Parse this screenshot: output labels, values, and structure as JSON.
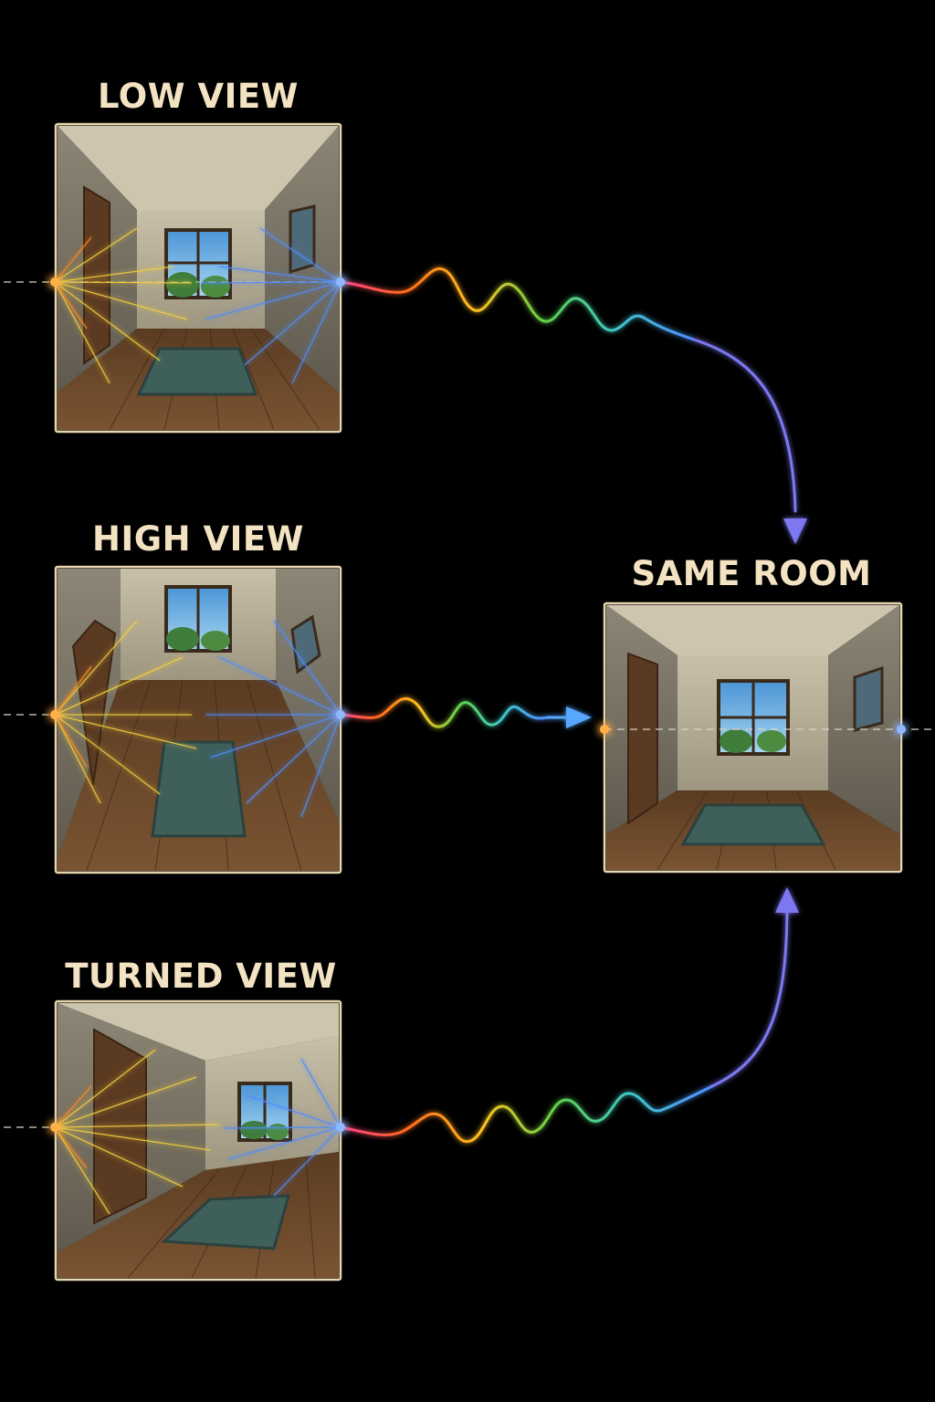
{
  "labels": {
    "low_view": "LOW VIEW",
    "high_view": "HIGH VIEW",
    "turned_view": "TURNED VIEW",
    "same_room": "SAME ROOM"
  },
  "colors": {
    "background": "#000000",
    "label_text": "#f3e3c2",
    "frame_border": "#e8d6ae",
    "ray_orange": "#ff8a1e",
    "ray_yellow": "#f2cf3c",
    "ray_blue": "#4f8dff",
    "arrow_violet": "#7c78f0",
    "arrow_blue": "#56a8ff",
    "wall": "#b9b09a",
    "floor": "#6b4a2c",
    "rug": "#3e5f5a",
    "door": "#5b3a22",
    "window_sky": "#6fb6e6",
    "trees": "#3f7d3a"
  },
  "icons": {
    "focal_point_left": "orange-glow-dot",
    "focal_point_right": "blue-glow-dot",
    "signal": "rainbow-wave",
    "arrowhead": "triangle-arrow"
  }
}
